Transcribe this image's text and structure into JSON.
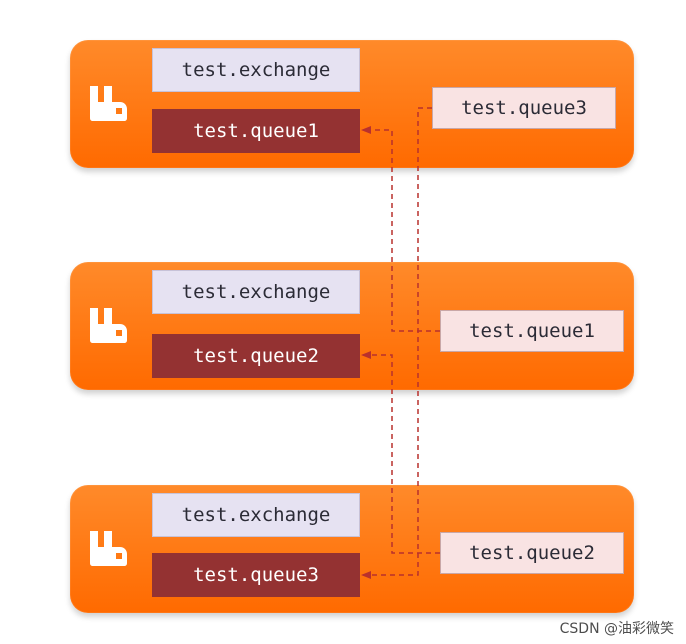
{
  "nodes": [
    {
      "exchange": "test.exchange",
      "queue": "test.queue1",
      "mirror": "test.queue3"
    },
    {
      "exchange": "test.exchange",
      "queue": "test.queue2",
      "mirror": "test.queue1"
    },
    {
      "exchange": "test.exchange",
      "queue": "test.queue3",
      "mirror": "test.queue2"
    }
  ],
  "watermark": "CSDN @油彩微笑",
  "colors": {
    "node_orange": "#ff6a00",
    "queue_red": "#943232",
    "exchange_lavender": "#e6e2f2",
    "mirror_pink": "#f9e3e3",
    "link_line": "#b9312d"
  },
  "icons": {
    "node_logo": "rabbitmq-logo-icon"
  }
}
